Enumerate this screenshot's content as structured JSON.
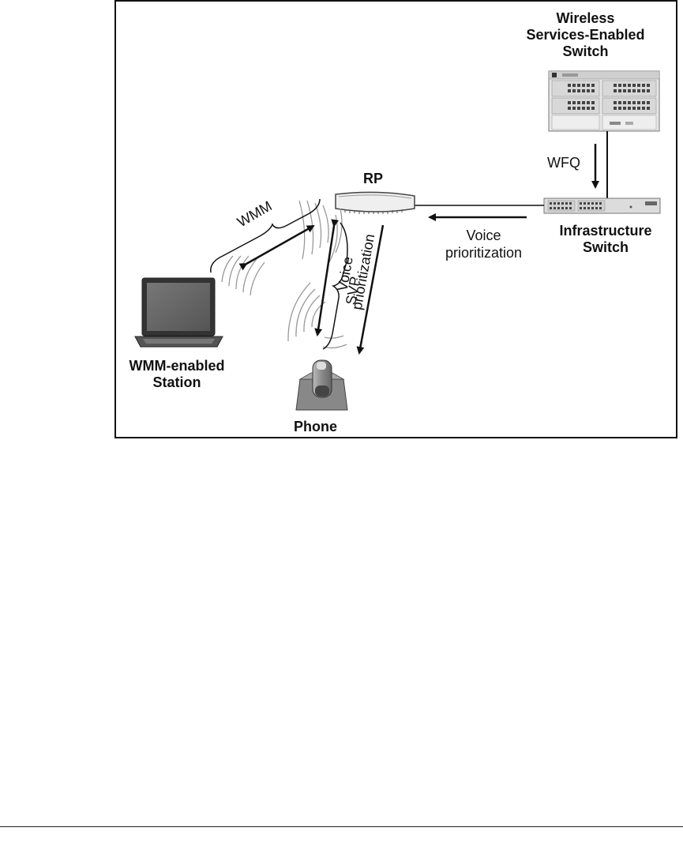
{
  "diagram": {
    "nodes": {
      "wireless_switch": {
        "label": "Wireless\nServices-Enabled\nSwitch"
      },
      "infrastructure_switch": {
        "label": "Infrastructure\nSwitch"
      },
      "rp": {
        "label": "RP"
      },
      "station": {
        "label": "WMM-enabled\nStation"
      },
      "phone": {
        "label": "Phone"
      }
    },
    "edges": {
      "wfq": {
        "label": "WFQ"
      },
      "voice_prioritization_horizontal": {
        "label": "Voice\nprioritization"
      },
      "voice_prioritization_vertical": {
        "label": "Voice\nprioritization"
      },
      "wmm": {
        "label": "WMM"
      },
      "svp": {
        "label": "SVP"
      }
    }
  }
}
